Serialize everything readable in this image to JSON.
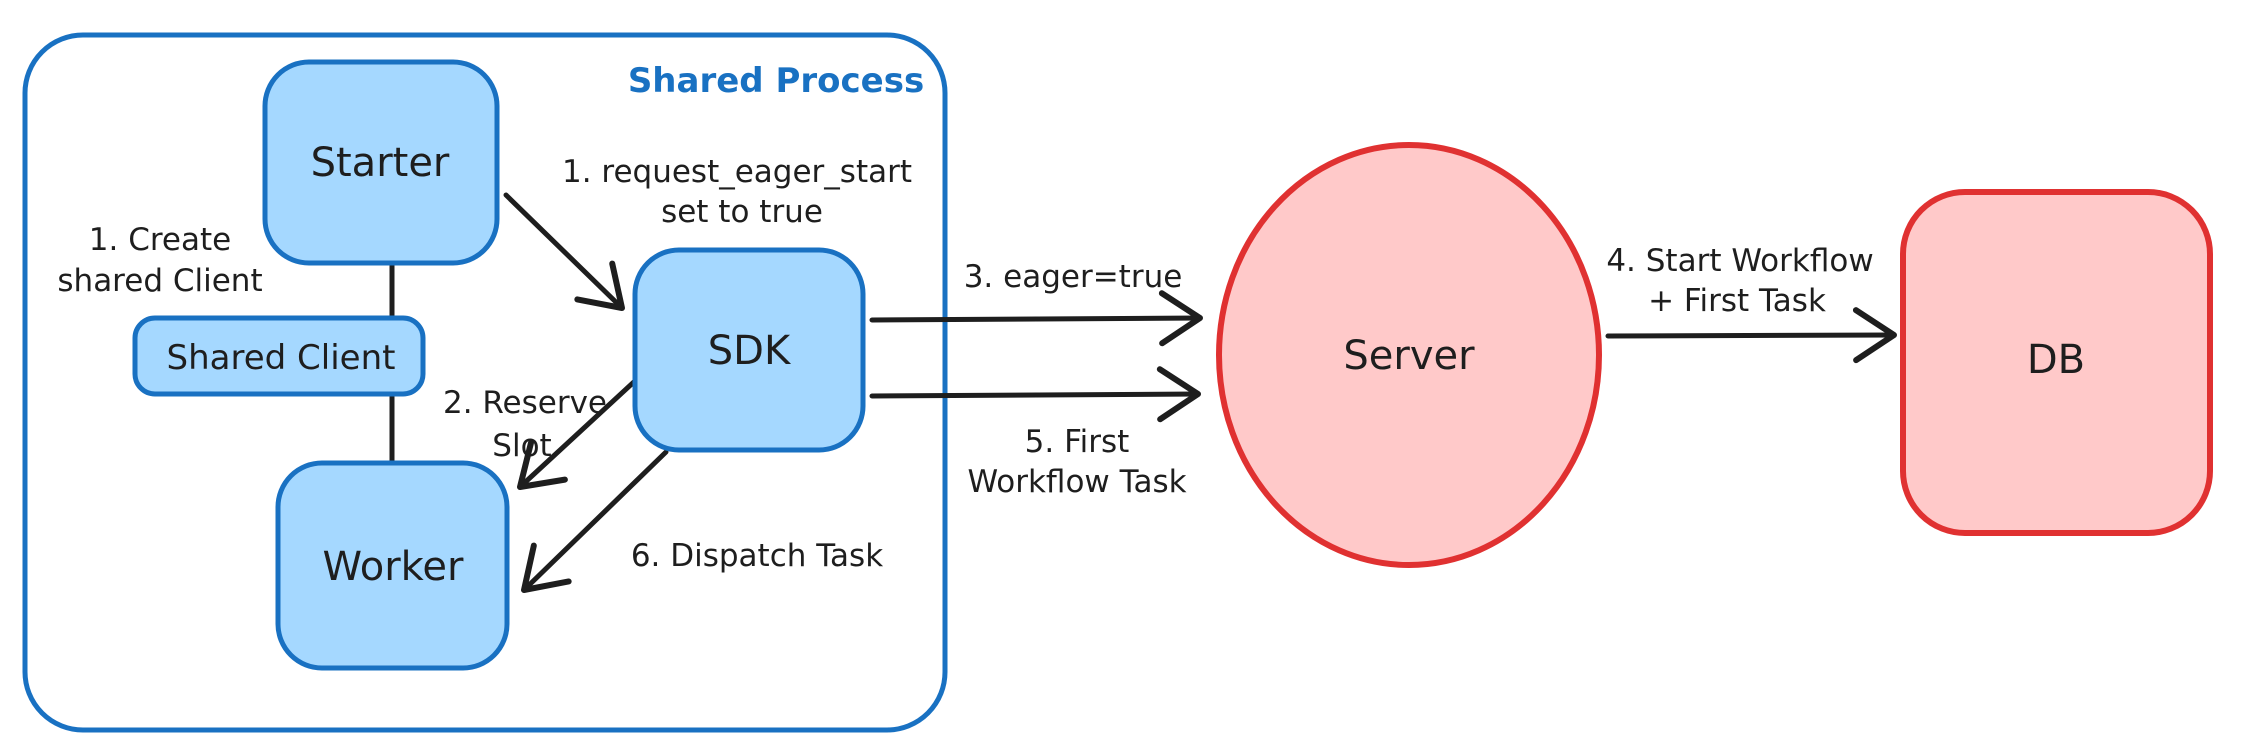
{
  "diagram": {
    "container": {
      "label": "Shared Process"
    },
    "nodes": {
      "starter": {
        "label": "Starter"
      },
      "shared_client": {
        "label": "Shared Client"
      },
      "worker": {
        "label": "Worker"
      },
      "sdk": {
        "label": "SDK"
      },
      "server": {
        "label": "Server"
      },
      "db": {
        "label": "DB"
      }
    },
    "annotations": {
      "create_client": {
        "lines": [
          "1. Create",
          "shared Client"
        ]
      },
      "request_eager_start": {
        "lines": [
          "1. request_eager_start",
          "set to true"
        ]
      },
      "reserve_slot": {
        "lines": [
          "2. Reserve",
          "Slot"
        ]
      },
      "eager_true": {
        "lines": [
          "3. eager=true"
        ]
      },
      "start_workflow": {
        "lines": [
          "4. Start Workflow",
          "+ First Task"
        ]
      },
      "first_workflow_task": {
        "lines": [
          "5. First",
          "Workflow Task"
        ]
      },
      "dispatch_task": {
        "lines": [
          "6. Dispatch Task"
        ]
      }
    },
    "colors": {
      "blue_stroke": "#1971c2",
      "blue_fill": "#a5d8ff",
      "red_stroke": "#e03131",
      "red_fill": "#ffc9c9",
      "ink": "#1e1e1e",
      "background": "#ffffff"
    }
  }
}
